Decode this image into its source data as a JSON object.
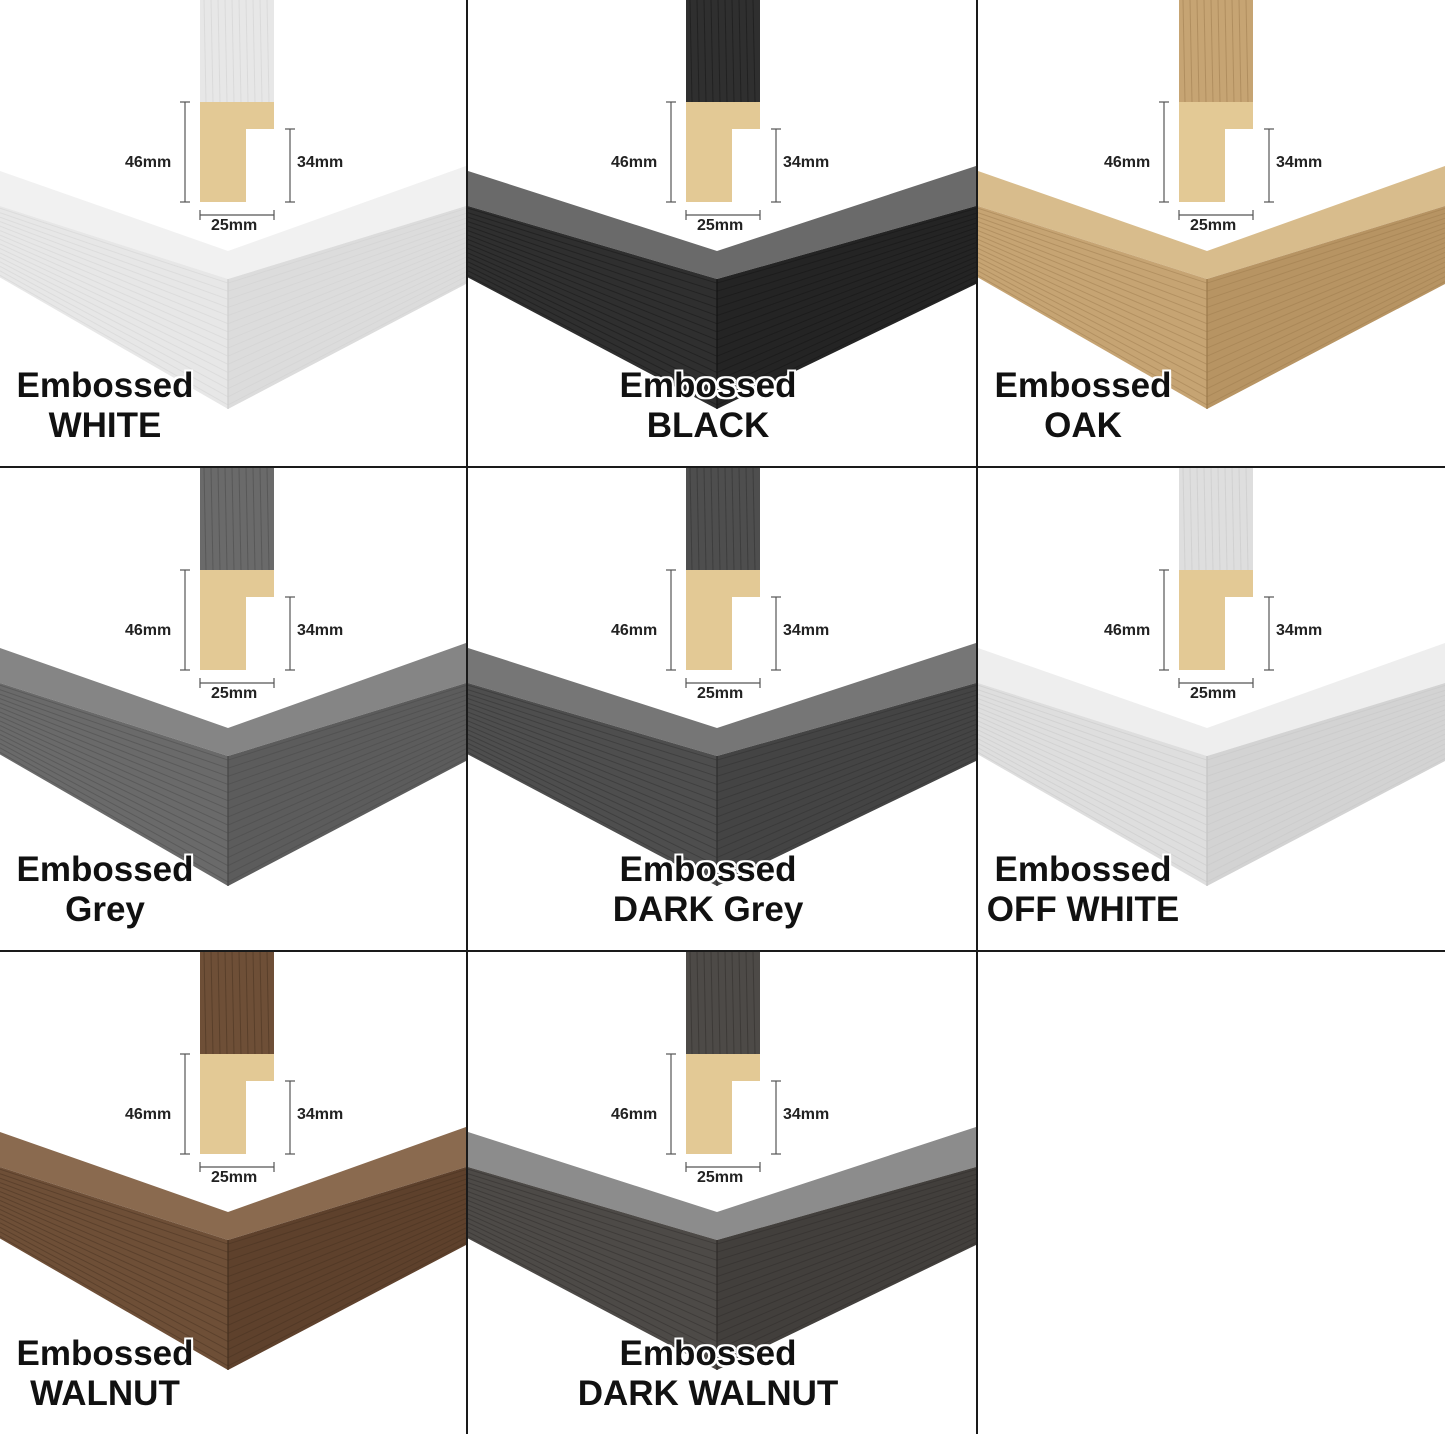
{
  "dimensions": {
    "height": "46mm",
    "lip": "34mm",
    "width": "25mm"
  },
  "colors": {
    "profile_wood": "#e3c995",
    "divider": "#1a1a1a"
  },
  "frames": [
    {
      "line1": "Embossed",
      "line2": "WHITE",
      "top_color": "#f1f1f1",
      "front_color": "#e7e7e7",
      "side_color": "#dcdcdc",
      "grain_color": "#cfcfcf"
    },
    {
      "line1": "Embossed",
      "line2": "BLACK",
      "top_color": "#6a6a6a",
      "front_color": "#2f2f2f",
      "side_color": "#242424",
      "grain_color": "#141414"
    },
    {
      "line1": "Embossed",
      "line2": "OAK",
      "top_color": "#d8bc8c",
      "front_color": "#c6a473",
      "side_color": "#b79463",
      "grain_color": "#9c7a4c"
    },
    {
      "line1": "Embossed",
      "line2": "Grey",
      "top_color": "#858585",
      "front_color": "#6a6a6a",
      "side_color": "#5c5c5c",
      "grain_color": "#474747"
    },
    {
      "line1": "Embossed",
      "line2": "DARK Grey",
      "top_color": "#767676",
      "front_color": "#4e4e4e",
      "side_color": "#444444",
      "grain_color": "#2e2e2e"
    },
    {
      "line1": "Embossed",
      "line2": "OFF WHITE",
      "top_color": "#eeeeee",
      "front_color": "#dedede",
      "side_color": "#d3d3d3",
      "grain_color": "#c5c5c5"
    },
    {
      "line1": "Embossed",
      "line2": "WALNUT",
      "top_color": "#8a6a4f",
      "front_color": "#6e4f37",
      "side_color": "#5e412c",
      "grain_color": "#45301f"
    },
    {
      "line1": "Embossed",
      "line2": "DARK WALNUT",
      "top_color": "#8c8c8c",
      "front_color": "#4d4a47",
      "side_color": "#423f3c",
      "grain_color": "#2e2b29"
    }
  ]
}
